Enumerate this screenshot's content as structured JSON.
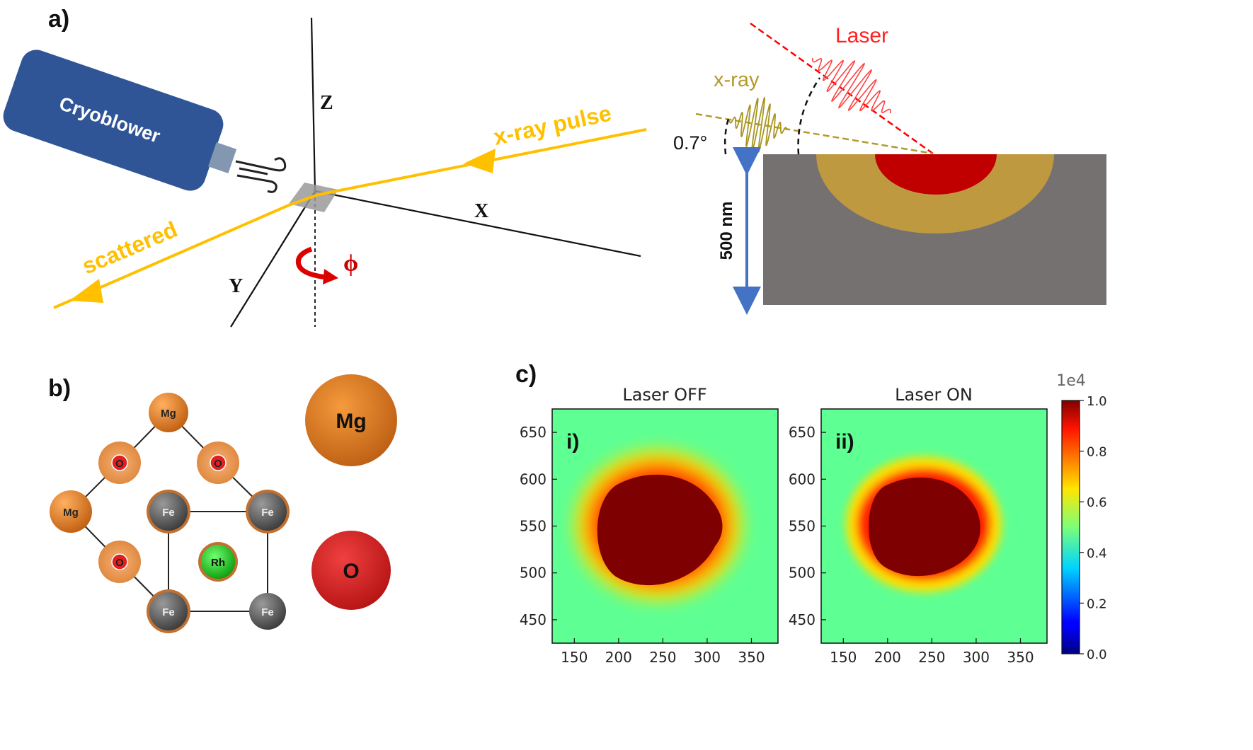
{
  "panel_a": {
    "label": "a)",
    "cryoblower": "Cryoblower",
    "axes": {
      "z": "Z",
      "x": "X",
      "y": "Y"
    },
    "phi": "ϕ",
    "xray_pulse": "x-ray pulse",
    "scattered": "scattered",
    "laser": "Laser",
    "xray": "x-ray",
    "angle": "0.7°",
    "depth": "500 nm"
  },
  "panel_b": {
    "label": "b)",
    "lattice_atoms": [
      "Mg",
      "O",
      "O",
      "Mg",
      "Fe",
      "Fe",
      "O",
      "Rh",
      "Fe",
      "Fe"
    ],
    "legend": [
      "Mg",
      "O"
    ]
  },
  "panel_c": {
    "label": "c)",
    "colorbar_exponent": "1e4",
    "colorbar_ticks": [
      "1.0",
      "0.8",
      "0.6",
      "0.4",
      "0.2",
      "0.0"
    ],
    "subplots": [
      {
        "title": "Laser OFF",
        "tag": "i)"
      },
      {
        "title": "Laser ON",
        "tag": "ii)"
      }
    ]
  },
  "chart_data": {
    "type": "heatmap",
    "colormap": "jet",
    "colorbar": {
      "exponent": "1e4",
      "range": [
        0.0,
        1.0
      ],
      "ticks": [
        1.0,
        0.8,
        0.6,
        0.4,
        0.2,
        0.0
      ]
    },
    "x_ticks": [
      150,
      200,
      250,
      300,
      350
    ],
    "y_ticks": [
      650,
      600,
      550,
      500,
      450
    ],
    "xlim": [
      125,
      380
    ],
    "ylim": [
      425,
      675
    ],
    "maps": [
      {
        "title": "Laser OFF",
        "tag": "i)",
        "peak_center": [
          245,
          545
        ],
        "saturated_radius_x": 70,
        "saturated_radius_y": 55
      },
      {
        "title": "Laser ON",
        "tag": "ii)",
        "peak_center": [
          240,
          548
        ],
        "saturated_radius_x": 62,
        "saturated_radius_y": 46
      }
    ]
  },
  "colors": {
    "cryoblower": "#2f5597",
    "beam": "#ffc000",
    "laser": "#ff0000",
    "xray_wave": "#b59a2a",
    "substrate": "#767171",
    "heated_zone": "#bf9940",
    "hot_core": "#c00000",
    "mg": "#e07c20",
    "o": "#d42020",
    "fe": "#555555",
    "rh": "#22cc22"
  }
}
